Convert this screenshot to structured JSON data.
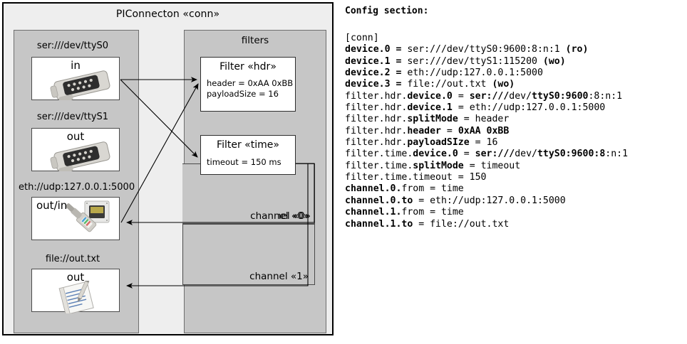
{
  "diagram": {
    "outer": {
      "title": "PIConnecton «conn»"
    },
    "devices_group": {
      "title": "",
      "items": [
        {
          "label": "ser:///dev/ttyS0",
          "direction": "in",
          "icon": "serial-port-icon"
        },
        {
          "label": "ser:///dev/ttyS1",
          "direction": "out",
          "icon": "serial-port-icon"
        },
        {
          "label": "eth://udp:127.0.0.1:5000",
          "direction": "out/in",
          "icon": "ethernet-plug-icon"
        },
        {
          "label": "file://out.txt",
          "direction": "out",
          "icon": "text-file-icon"
        }
      ]
    },
    "filters_group": {
      "title": "filters",
      "filters": [
        {
          "title": "Filter «hdr»",
          "props": [
            "header = 0xAA 0xBB",
            "payloadSize = 16"
          ]
        },
        {
          "title": "Filter «time»",
          "props": [
            "timeout = 150 ms"
          ]
        }
      ],
      "channels": [
        {
          "label": "channel «0»"
        },
        {
          "label": "channel «1»"
        }
      ]
    }
  },
  "config": {
    "heading": "Config section:",
    "lines": [
      [
        {
          "t": "[conn]",
          "b": false
        }
      ],
      [
        {
          "t": "device.0 = ",
          "b": true
        },
        {
          "t": "ser:///dev/ttyS0:9600:8:n:1 ",
          "b": false
        },
        {
          "t": "(ro)",
          "b": true
        }
      ],
      [
        {
          "t": "device.1 = ",
          "b": true
        },
        {
          "t": "ser:///dev/ttyS1:115200 ",
          "b": false
        },
        {
          "t": "(wo)",
          "b": true
        }
      ],
      [
        {
          "t": "device.2 = ",
          "b": true
        },
        {
          "t": "eth://udp:127.0.0.1:5000",
          "b": false
        }
      ],
      [
        {
          "t": "device.3 = ",
          "b": true
        },
        {
          "t": "file://out.txt ",
          "b": false
        },
        {
          "t": "(wo)",
          "b": true
        }
      ],
      [
        {
          "t": "filter.hdr.",
          "b": false
        },
        {
          "t": "device.0",
          "b": true
        },
        {
          "t": " = ",
          "b": false
        },
        {
          "t": "ser:///",
          "b": true
        },
        {
          "t": "dev/",
          "b": false
        },
        {
          "t": "ttyS0:9600",
          "b": true
        },
        {
          "t": ":8:n:1",
          "b": false
        }
      ],
      [
        {
          "t": "filter.hdr.",
          "b": false
        },
        {
          "t": "device.1",
          "b": true
        },
        {
          "t": " = eth://udp:127.0.0.1:5000",
          "b": false
        }
      ],
      [
        {
          "t": "filter.hdr.",
          "b": false
        },
        {
          "t": "splitMode",
          "b": true
        },
        {
          "t": " = header",
          "b": false
        }
      ],
      [
        {
          "t": "filter.hdr.",
          "b": false
        },
        {
          "t": "header",
          "b": true
        },
        {
          "t": " = ",
          "b": false
        },
        {
          "t": "0xAA 0xBB",
          "b": true
        }
      ],
      [
        {
          "t": "filter.hdr.",
          "b": false
        },
        {
          "t": "payloadSIze",
          "b": true
        },
        {
          "t": " = 16",
          "b": false
        }
      ],
      [
        {
          "t": "filter.time.",
          "b": false
        },
        {
          "t": "device.0",
          "b": true
        },
        {
          "t": " = ",
          "b": false
        },
        {
          "t": "ser:///",
          "b": true
        },
        {
          "t": "dev/",
          "b": false
        },
        {
          "t": "ttyS0:9600:8",
          "b": true
        },
        {
          "t": ":n:1",
          "b": false
        }
      ],
      [
        {
          "t": "filter.time.",
          "b": false
        },
        {
          "t": "splitMode",
          "b": true
        },
        {
          "t": " = timeout",
          "b": false
        }
      ],
      [
        {
          "t": "filter.time.timeout = 150",
          "b": false
        }
      ],
      [
        {
          "t": "channel.0.",
          "b": true
        },
        {
          "t": "from = time",
          "b": false
        }
      ],
      [
        {
          "t": "channel.0.",
          "b": true
        },
        {
          "t": "to",
          "b": true
        },
        {
          "t": " = eth://udp:127.0.0.1:5000",
          "b": false
        }
      ],
      [
        {
          "t": "channel.1.",
          "b": true
        },
        {
          "t": "from = time",
          "b": false
        }
      ],
      [
        {
          "t": "channel.1.",
          "b": true
        },
        {
          "t": "to",
          "b": true
        },
        {
          "t": " = file://out.txt",
          "b": false
        }
      ]
    ]
  },
  "colors": {
    "canvas": "#ffffff",
    "outer_fill": "#eeeeee",
    "group_fill": "#c6c6c6",
    "card_fill": "#ffffff",
    "stroke": "#000000"
  }
}
